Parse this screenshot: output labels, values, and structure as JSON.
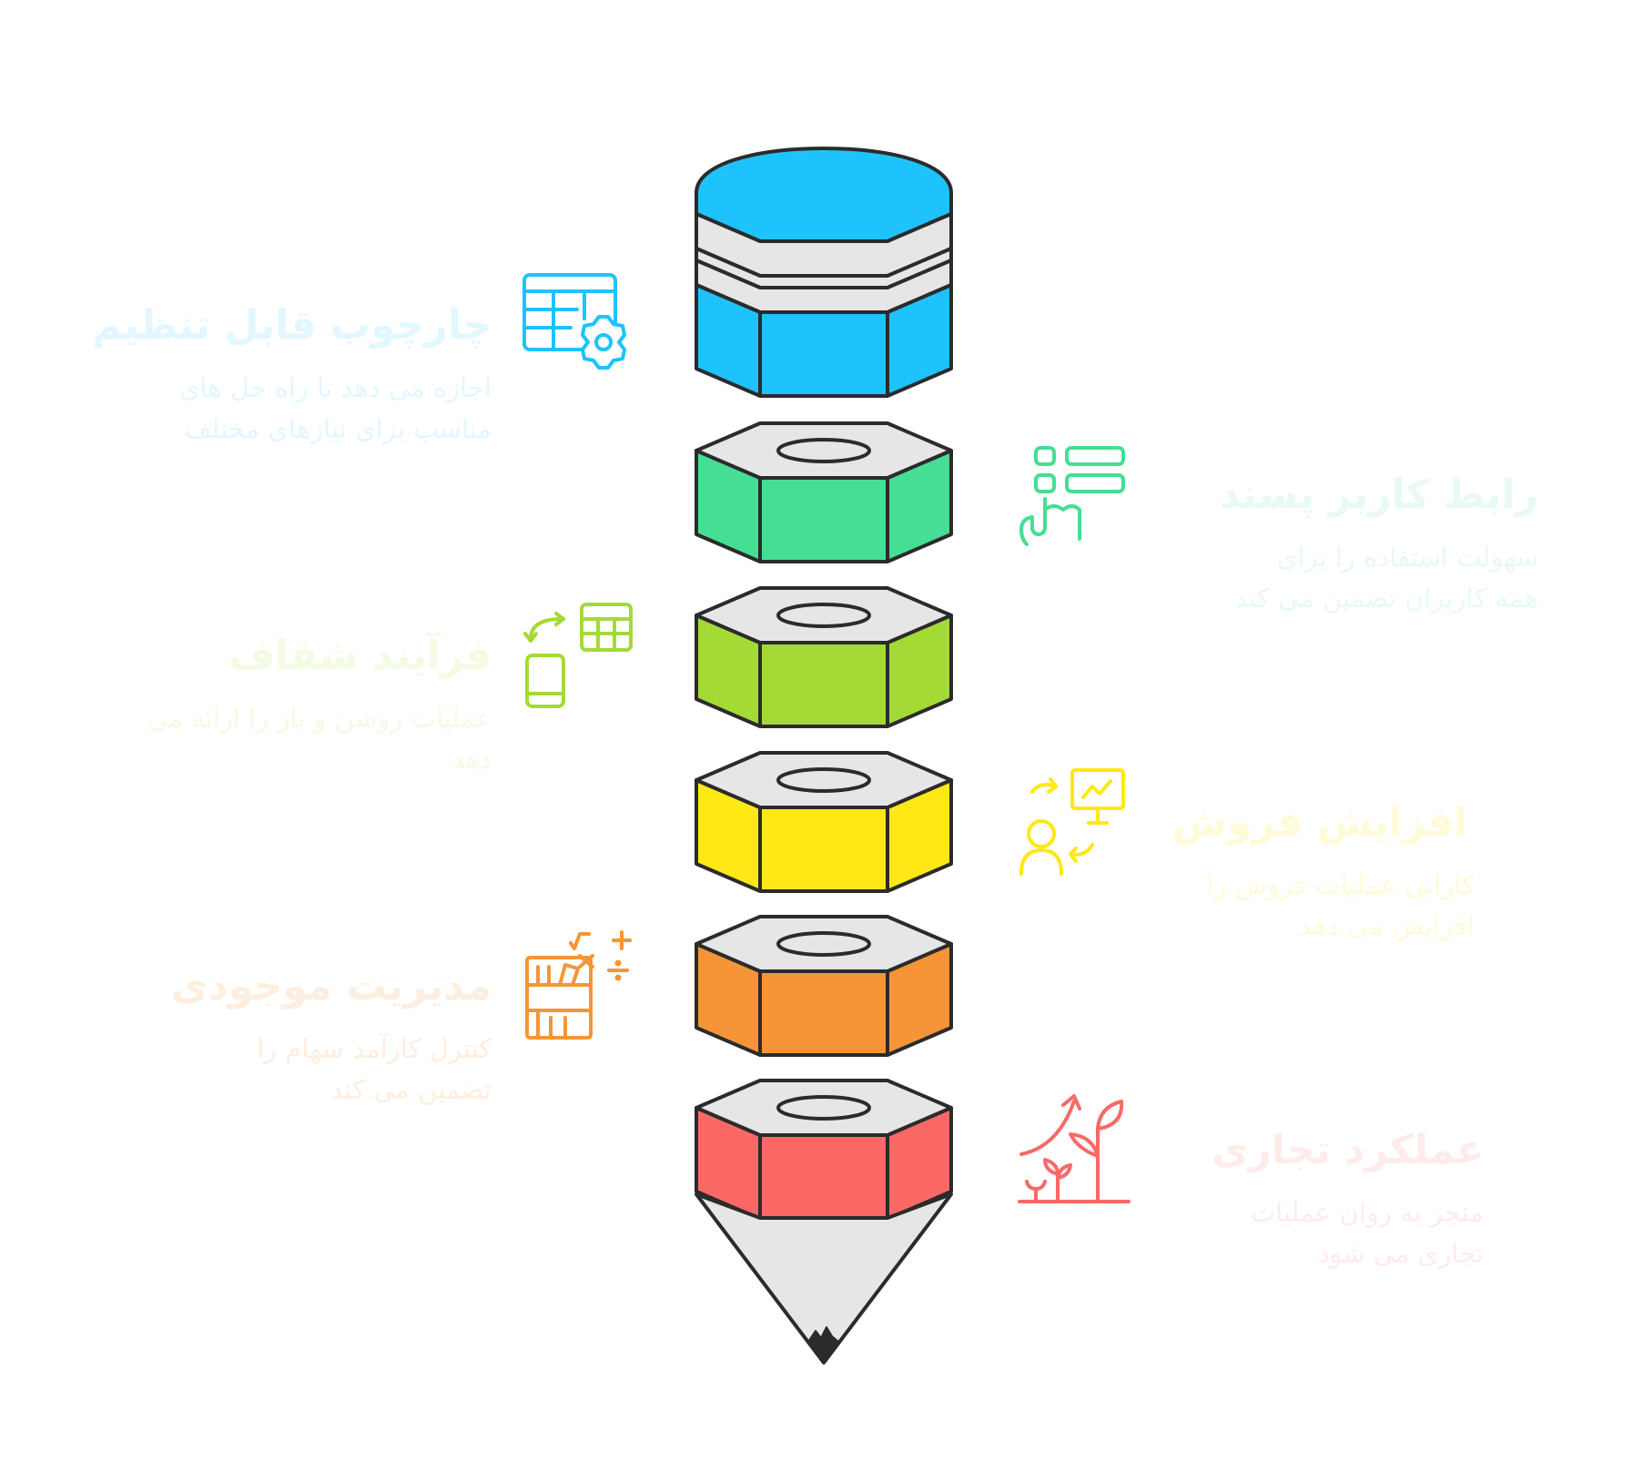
{
  "colors": {
    "outline": "#2b2b2b",
    "cap_gray": "#e6e6e6",
    "blue": "#1ec3fd",
    "green": "#45de94",
    "lime": "#a4da36",
    "yellow": "#ffe815",
    "orange": "#f59537",
    "red": "#fa6966"
  },
  "items": [
    {
      "id": "customizable-framework",
      "color": "#1ec3fd",
      "side": "left",
      "icon": "spreadsheet-gear-icon",
      "title": "چارچوب قابل تنظیم",
      "description": "اجازه می دهد تا راه حل های مناسب برای نیازهای مختلف"
    },
    {
      "id": "user-friendly-interface",
      "color": "#45de94",
      "side": "right",
      "icon": "touch-interface-icon",
      "title": "رابط کاربر پسند",
      "description": "سهولت استفاده را برای همه کاربران تضمین می کند"
    },
    {
      "id": "transparent-process",
      "color": "#a4da36",
      "side": "left",
      "icon": "mobile-sync-icon",
      "title": "فرآیند شفاف",
      "description": "عملیات روشن و باز را ارائه می دهد"
    },
    {
      "id": "sales-increase",
      "color": "#ffe815",
      "side": "right",
      "icon": "presenter-chart-icon",
      "title": "افزایش فروش",
      "description": "کارایی عملیات فروش را افزایش می دهد"
    },
    {
      "id": "inventory-management",
      "color": "#f59537",
      "side": "left",
      "icon": "bookshelf-math-icon",
      "title": "مدیریت موجودی",
      "description": "کنترل کارآمد سهام را تضمین می کند"
    },
    {
      "id": "business-performance",
      "color": "#fa6966",
      "side": "right",
      "icon": "growth-plant-icon",
      "title": "عملکرد تجاری",
      "description": "منجر به روان عملیات تجاری می شود"
    }
  ]
}
